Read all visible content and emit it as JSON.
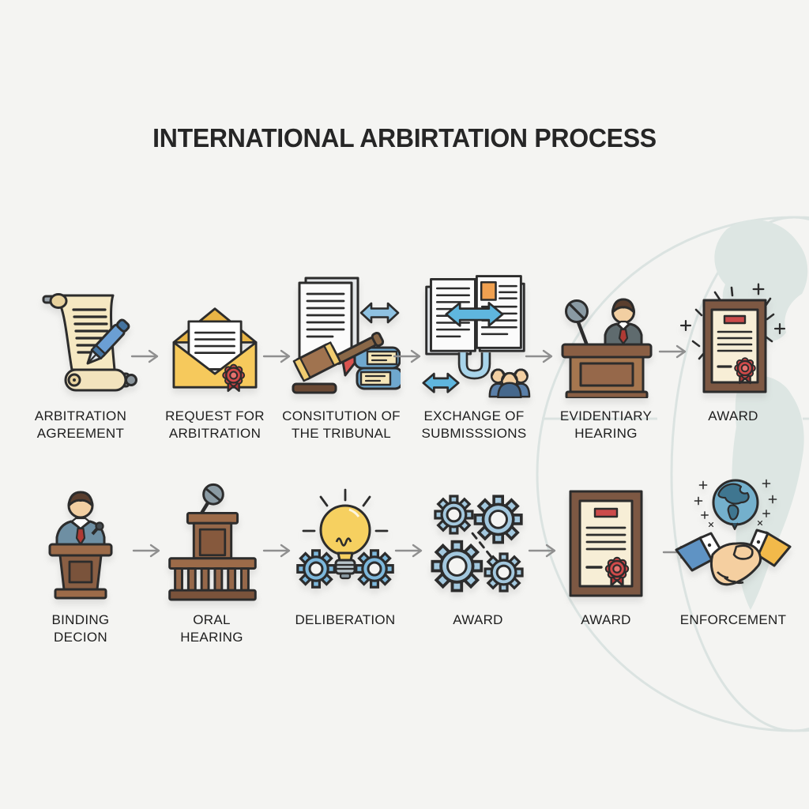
{
  "title": "INTERNATIONAL ARBIRTATION PROCESS",
  "background": {
    "watermark": "world-globe-map",
    "color": "#f4f4f2"
  },
  "flow": {
    "row1": {
      "steps": [
        {
          "label": "ARBITRATION\nAGREEMENT",
          "icon": "scroll-pen-icon"
        },
        {
          "label": "REQUEST FOR\nARBITRATION",
          "icon": "envelope-seal-icon"
        },
        {
          "label": "CONSITUTION OF\nTHE TRIBUNAL",
          "icon": "gavel-documents-books-icon"
        },
        {
          "label": "EXCHANGE OF\nSUBMISSSIONS",
          "icon": "documents-exchange-people-icon"
        },
        {
          "label": "EVIDENTIARY\nHEARING",
          "icon": "witness-stand-microphone-icon"
        },
        {
          "label": "AWARD",
          "icon": "framed-certificate-sparkles-icon"
        }
      ]
    },
    "row2": {
      "steps": [
        {
          "label": "BINDING\nDECION",
          "icon": "speaker-at-podium-icon"
        },
        {
          "label": "ORAL\nHEARING",
          "icon": "courtroom-podium-railing-icon"
        },
        {
          "label": "DELIBERATION",
          "icon": "lightbulb-gears-icon"
        },
        {
          "label": "AWARD",
          "icon": "gears-icon"
        },
        {
          "label": "AWARD",
          "icon": "framed-certificate-icon"
        },
        {
          "label": "ENFORCEMENT",
          "icon": "handshake-globe-icon"
        }
      ]
    }
  },
  "connector": {
    "icon": "arrow-right-icon",
    "color": "#8f8f8f"
  },
  "colors": {
    "outline": "#2c2c2c",
    "cream": "#f2e3bd",
    "yellow": "#f6c95c",
    "red": "#d14a4a",
    "blue": "#7db8dc",
    "brown": "#9c6b49",
    "teal_watermark": "#cfdeda"
  }
}
